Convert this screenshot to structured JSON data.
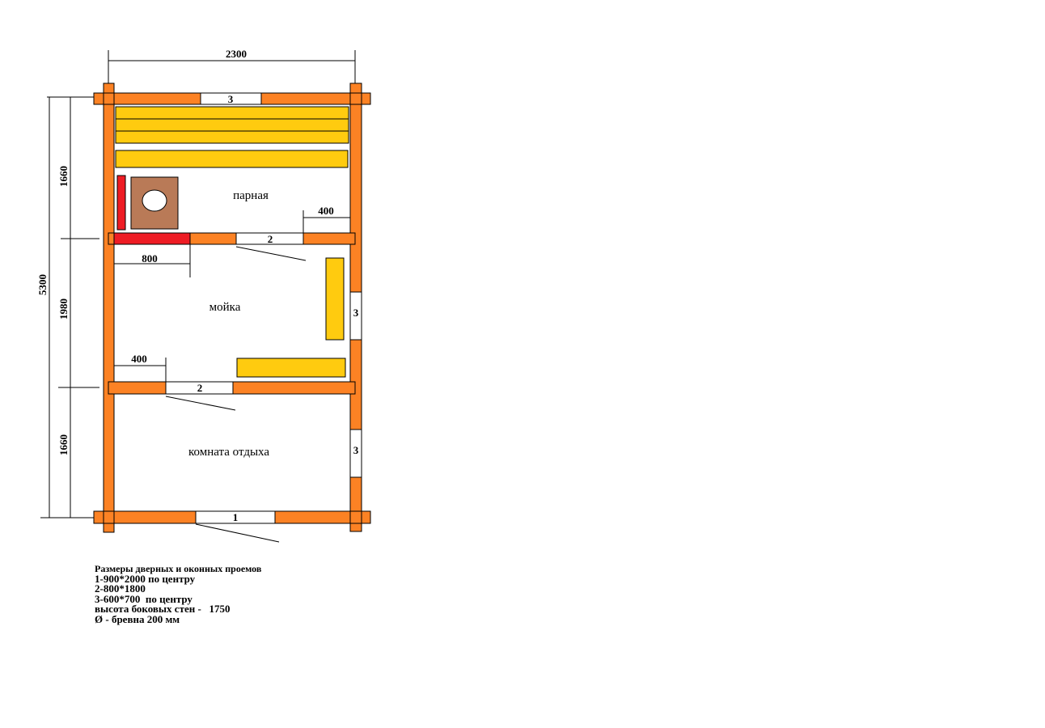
{
  "dimensions": {
    "total_width": "2300",
    "total_length": "5300",
    "steam_room_length": "1660",
    "washroom_length": "1980",
    "rest_room_length": "1660",
    "steam_door_offset": "400",
    "stove_wall_width": "800",
    "wash_door_offset": "400"
  },
  "rooms": {
    "steam_room": "парная",
    "washroom": "мойка",
    "rest_room": "комната отдыха"
  },
  "openings": {
    "top_window": "3",
    "steam_door": "2",
    "wash_window": "3",
    "wash_door": "2",
    "rest_window": "3",
    "entry_door": "1"
  },
  "legend": {
    "title": "Размеры дверных и оконных проемов",
    "lines": [
      "1-900*2000 по центру",
      "2-800*1800",
      "3-600*700  по центру",
      "высота боковых стен -   1750",
      "Ø - бревна 200 мм"
    ]
  },
  "colors": {
    "wall": "#fc8224",
    "bench": "#ffcb0f",
    "brick": "#ee1c24",
    "stove": "#b97a57"
  }
}
